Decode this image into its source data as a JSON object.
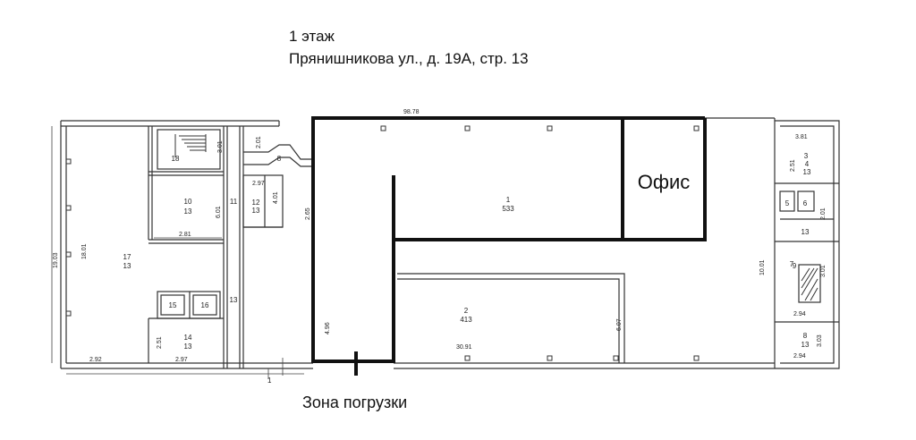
{
  "header": {
    "floor": "1 этаж",
    "address": "Прянишникова ул., д. 19А, стр. 13"
  },
  "plan": {
    "office_label": "Офис",
    "loading_zone_label": "Зона погрузки",
    "overall_width_dim": "98.78",
    "overall_height_dim": "19.03",
    "axis_mark": "1",
    "dims": {
      "d_left_inner": "18.01",
      "d_left_bottom": "2.92",
      "d_wc_bottom": "2.97",
      "d_room10_bottom": "2.81",
      "d_room10_side": "6.01",
      "d_room12_top": "2.97",
      "d_room12_side": "4.01",
      "d_stair_side": "3.01",
      "d_corr_top": "2.01",
      "d_corr_side": "2.65",
      "d_main_lower": "4.96",
      "d_hall2_width": "30.91",
      "d_hall2_side": "6.07",
      "d_right_side": "10.01",
      "d_r3_top": "3.81",
      "d_r4_side": "2.51",
      "d_r5_side": "2.01",
      "d_r7_side": "3.01",
      "d_r8_bottom": "2.94",
      "d_r9_bottom": "2.94",
      "d_r9_side": "3.03",
      "d_small_v": "2.51"
    },
    "rooms": {
      "r1": "1",
      "r1_area": "533",
      "r2": "2",
      "r2_area": "413",
      "r3": "3",
      "r4": "4",
      "r4_area": "13",
      "r5": "5",
      "r6": "6",
      "r6_area": "13",
      "r7": "7",
      "r8": "8",
      "r9": "9",
      "r9_area": "13",
      "r10": "10",
      "r10_area": "13",
      "r11": "11",
      "r12": "12",
      "r12_area": "13",
      "r13": "13",
      "r14": "14",
      "r14_area": "13",
      "r15": "15",
      "r16": "16",
      "r17": "17",
      "r17_area": "13",
      "r18": "18"
    }
  }
}
